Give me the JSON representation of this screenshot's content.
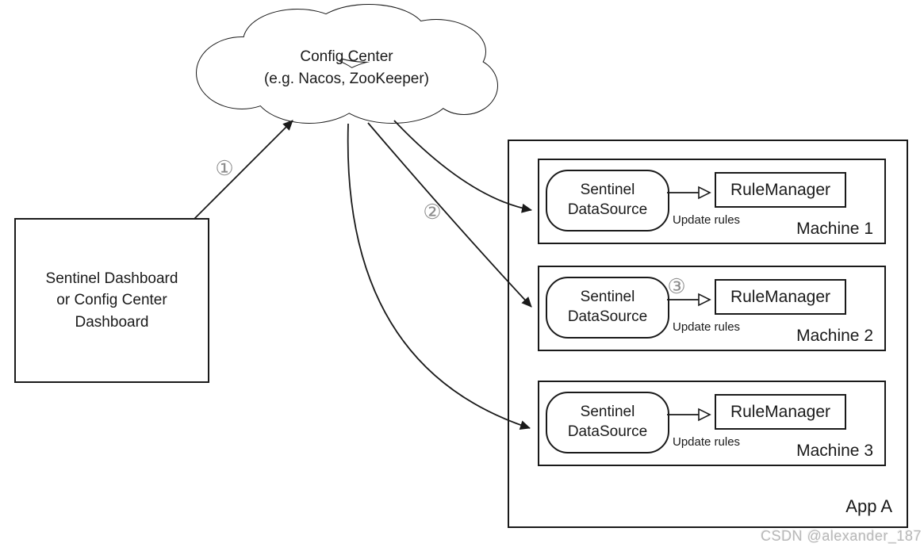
{
  "cloud": {
    "line1": "Config Center",
    "line2": "(e.g. Nacos, ZooKeeper)"
  },
  "dashboard": {
    "label": "Sentinel Dashboard\nor Config Center\nDashboard"
  },
  "app": {
    "label": "App A"
  },
  "steps": {
    "step1": "①",
    "step2": "②",
    "step3": "③"
  },
  "machines": [
    {
      "name": "Machine 1",
      "datasource": "Sentinel\nDataSource",
      "rule_manager": "RuleManager",
      "update_label": "Update rules"
    },
    {
      "name": "Machine 2",
      "datasource": "Sentinel\nDataSource",
      "rule_manager": "RuleManager",
      "update_label": "Update rules"
    },
    {
      "name": "Machine 3",
      "datasource": "Sentinel\nDataSource",
      "rule_manager": "RuleManager",
      "update_label": "Update rules"
    }
  ],
  "watermark": {
    "text": "CSDN @alexander_187"
  },
  "colors": {
    "stroke": "#1a1a1a",
    "step_label": "#8d8d8d",
    "watermark": "#b8b8b8"
  }
}
